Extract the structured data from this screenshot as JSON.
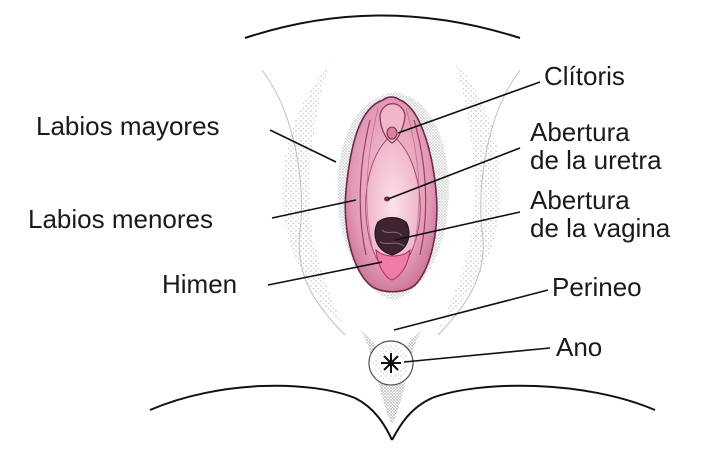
{
  "labels": {
    "labios_mayores": "Labios mayores",
    "labios_menores": "Labios menores",
    "himen": "Himen",
    "clitoris": "Clítoris",
    "abertura_uretra": [
      "Abertura",
      "de la uretra"
    ],
    "abertura_vagina": [
      "Abertura",
      "de la vagina"
    ],
    "perineo": "Perineo",
    "ano": "Ano"
  },
  "colors": {
    "ink": "#1a1a1a",
    "outer_tissue": "#d98aa6",
    "inner_tissue": "#f3c2d2",
    "deep_tissue": "#b84f78",
    "hymen": "#f07aa8",
    "stipple": "#777777"
  }
}
